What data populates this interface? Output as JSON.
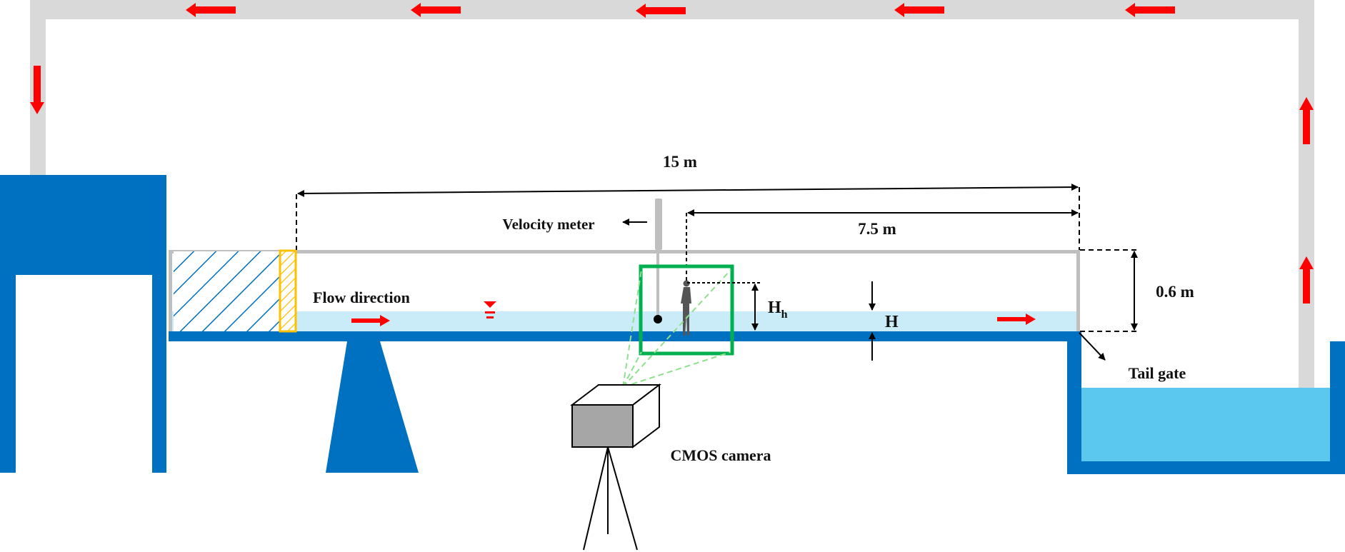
{
  "colors": {
    "structure_blue": "#0070C0",
    "water_light": "#C9ECF8",
    "tank_water": "#5BC8F0",
    "pipe_gray": "#D9D9D9",
    "flume_wall_gray": "#BFBFBF",
    "flow_arrow_red": "#FF0000",
    "honeycomb_border_yellow": "#FFC000",
    "view_frame_green": "#00B050",
    "camera_gray": "#A6A6A6"
  },
  "labels": {
    "flume_length": "15 m",
    "distance_to_model": "7.5 m",
    "flume_depth": "0.6 m",
    "velocity_meter": "Velocity meter",
    "flow_direction": "Flow direction",
    "model_height_main": "H",
    "model_height_sub": "h",
    "water_depth": "H",
    "tail_gate": "Tail gate",
    "camera": "CMOS camera"
  },
  "icons": {
    "water_level": "water-level-icon",
    "human_model": "human-figure-icon",
    "velocity_probe": "probe-icon",
    "camera": "camera-box-icon"
  }
}
